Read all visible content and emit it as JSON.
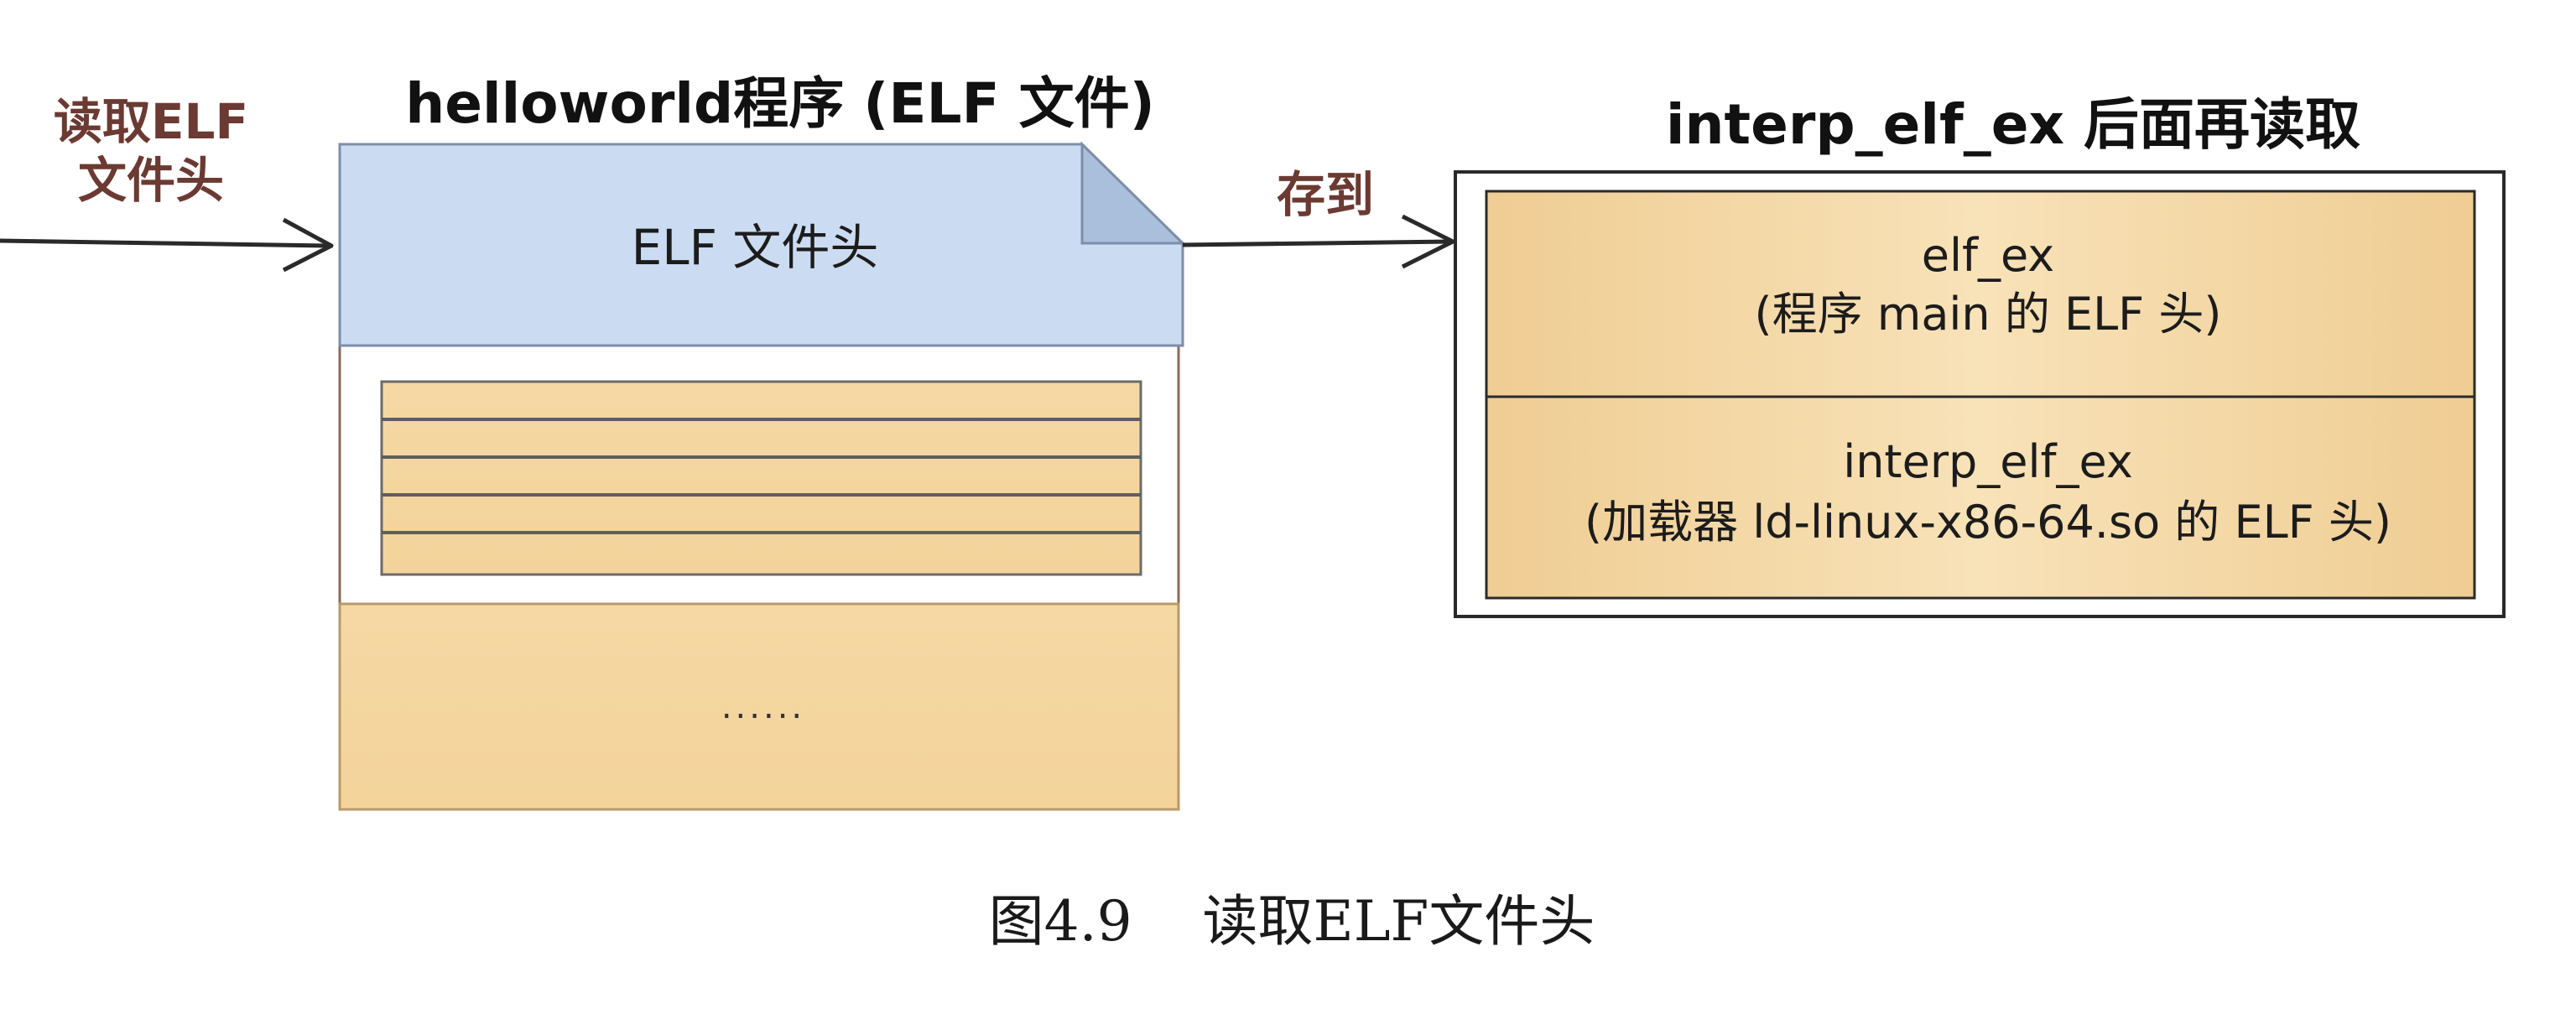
{
  "input_label": {
    "line1": "读取ELF",
    "line2": "文件头"
  },
  "program": {
    "title": "helloworld程序 (ELF 文件)",
    "header_label": "ELF 文件头",
    "body_placeholder": "......"
  },
  "arrow_label": "存到",
  "target": {
    "title": "interp_elf_ex 后面再读取",
    "box1": {
      "name": "elf_ex",
      "desc": "(程序 main 的 ELF 头)"
    },
    "box2": {
      "name": "interp_elf_ex",
      "desc": "(加载器 ld-linux-x86-64.so 的 ELF 头)"
    }
  },
  "caption": "图4.9    读取ELF文件头",
  "colors": {
    "header_blue": "#cbdcf2",
    "header_fold": "#a9bfdc",
    "section_tan": "#f6dcaa",
    "section_border": "#b89a6a",
    "label_red": "#6b3a32"
  }
}
